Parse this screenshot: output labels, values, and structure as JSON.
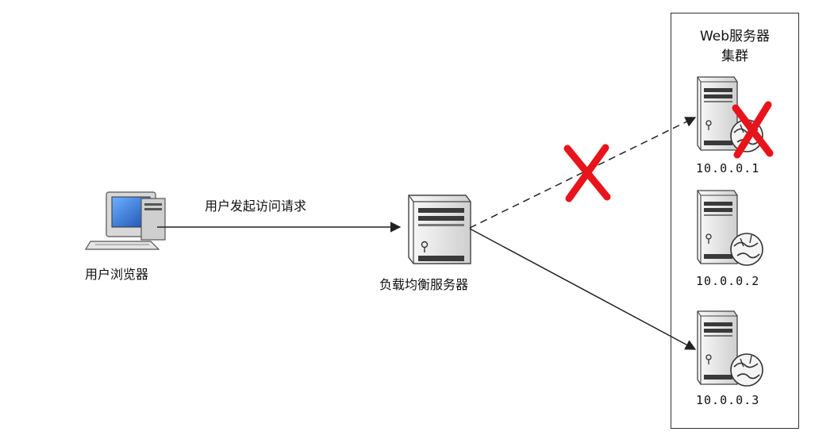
{
  "browser": {
    "label": "用户浏览器",
    "icon": "desktop-computer-icon"
  },
  "request_arrow": {
    "label": "用户发起访问请求"
  },
  "load_balancer": {
    "label": "负载均衡服务器",
    "icon": "server-tower-icon"
  },
  "cluster": {
    "title_line1": "Web服务器",
    "title_line2": "集群",
    "servers": [
      {
        "ip": "10.0.0.1",
        "status": "down",
        "icon": "web-server-icon"
      },
      {
        "ip": "10.0.0.2",
        "status": "up",
        "icon": "web-server-icon"
      },
      {
        "ip": "10.0.0.3",
        "status": "up",
        "icon": "web-server-icon"
      }
    ]
  },
  "colors": {
    "fail_mark": "#e8141b",
    "line": "#222222",
    "server_body": "#e9e9e9",
    "server_dark": "#3a3a3a",
    "screen": "#2e6fd6"
  }
}
